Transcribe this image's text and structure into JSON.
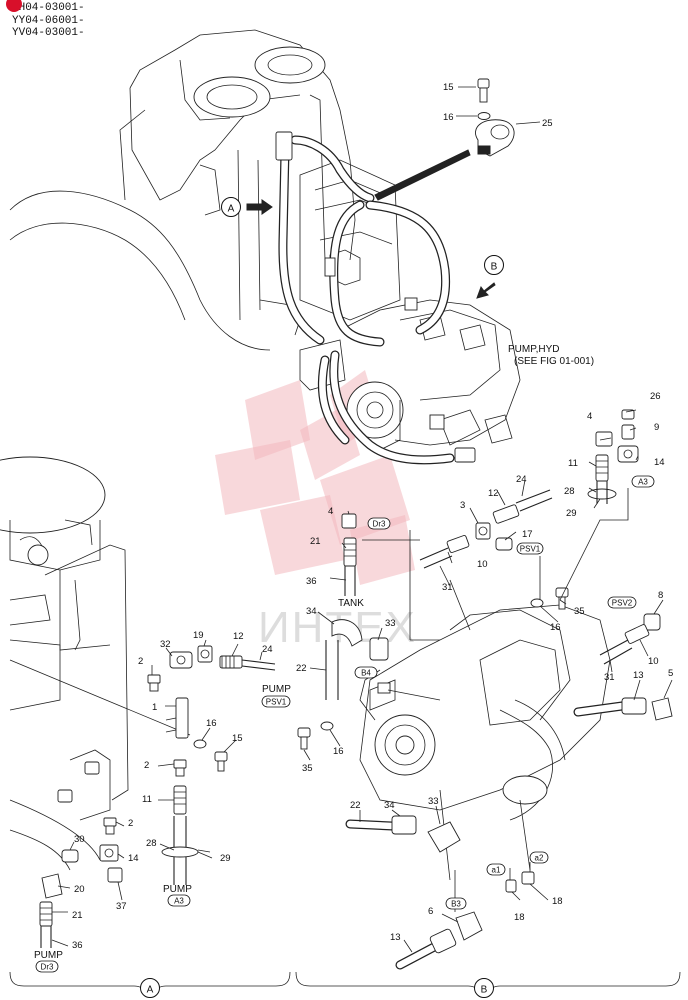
{
  "serials": [
    "YH04-03001-",
    "YY04-06001-",
    "YV04-03001-"
  ],
  "view_markers": {
    "a": "A",
    "b": "B"
  },
  "section_labels": {
    "a": "A",
    "b": "B"
  },
  "pump_note": {
    "line1": "PUMP,HYD",
    "line2": "(SEE FIG 01-001)"
  },
  "labels": {
    "tank": "TANK",
    "pump_psv1": "PUMP",
    "pump_a3": "PUMP",
    "pump_dr3": "PUMP"
  },
  "tags": {
    "dr3_top": "Dr3",
    "psv1_right": "PSV1",
    "a3_right": "A3",
    "psv2": "PSV2",
    "b4": "B4",
    "psv1_left": "PSV1",
    "a3_left": "A3",
    "dr3_left": "Dr3",
    "a1": "a1",
    "a2": "a2",
    "b3": "B3"
  },
  "watermark": "ИНТЕХ",
  "part_numbers": {
    "p15a": "15",
    "p16a": "16",
    "p25": "25",
    "p26": "26",
    "p4a": "4",
    "p9": "9",
    "p14a": "14",
    "p11a": "11",
    "p28a": "28",
    "p29a": "29",
    "p12a": "12",
    "p24a": "24",
    "p3": "3",
    "p17": "17",
    "p10a": "10",
    "p31a": "31",
    "p4b": "4",
    "p21a": "21",
    "p36a": "36",
    "p35a": "35",
    "p16b": "16",
    "p8": "8",
    "p10b": "10",
    "p31b": "31",
    "p13a": "13",
    "p5": "5",
    "p34a": "34",
    "p33a": "33",
    "p22a": "22",
    "p35b": "35",
    "p16c": "16",
    "p22b": "22",
    "p34b": "34",
    "p33b": "33",
    "p18a": "18",
    "p18b": "18",
    "p6": "6",
    "p13b": "13",
    "p19": "19",
    "p32": "32",
    "p12b": "12",
    "p24b": "24",
    "p2a": "2",
    "p1": "1",
    "p16d": "16",
    "p15b": "15",
    "p2b": "2",
    "p11b": "11",
    "p2c": "2",
    "p28b": "28",
    "p29b": "29",
    "p30": "30",
    "p14b": "14",
    "p20": "20",
    "p37": "37",
    "p21b": "21",
    "p36b": "36"
  }
}
